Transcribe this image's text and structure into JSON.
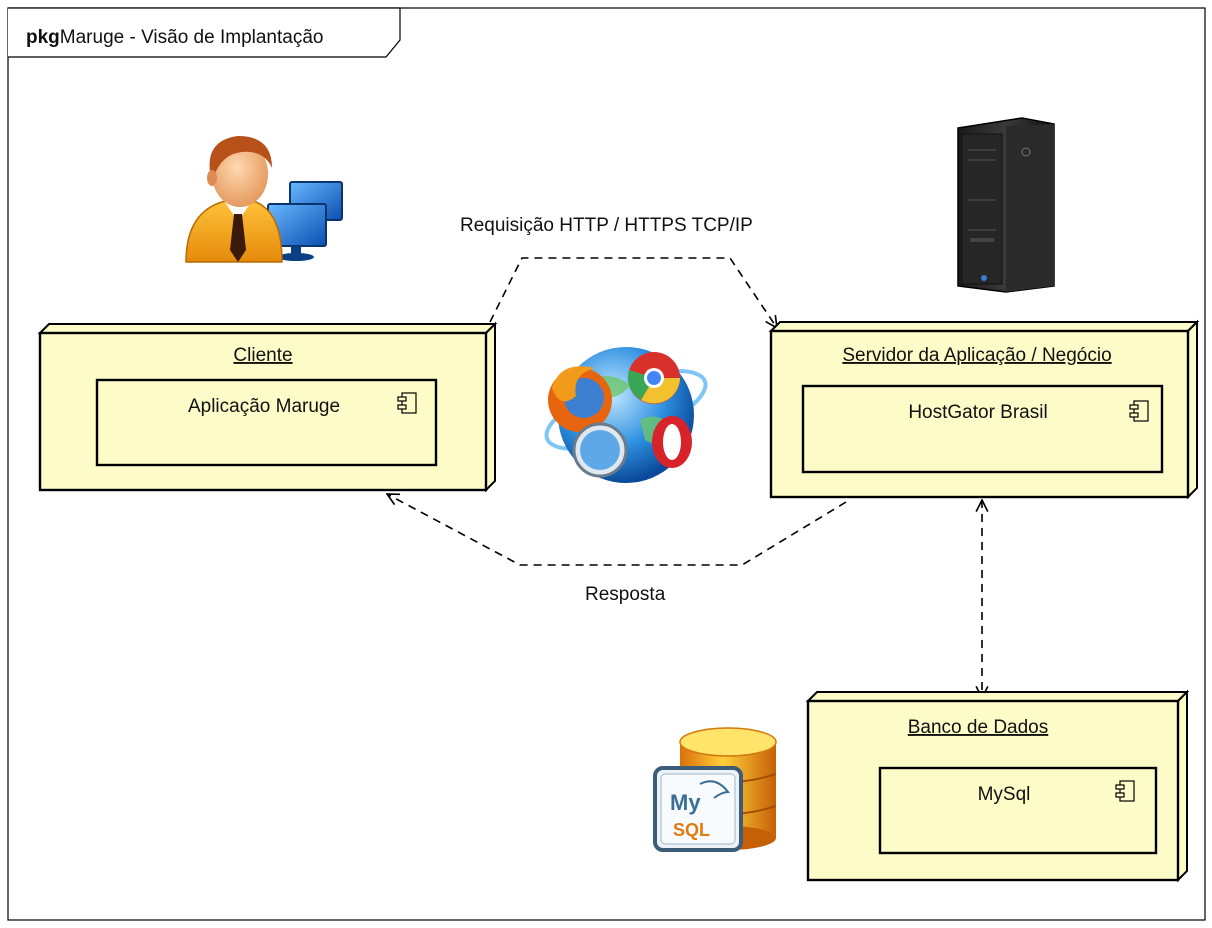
{
  "package": {
    "keyword": "pkg",
    "name": "Maruge - Visão de Implantação"
  },
  "nodes": {
    "client": {
      "title": "Cliente",
      "component": "Aplicação Maruge"
    },
    "server": {
      "title": "Servidor da Aplicação / Negócio",
      "component": "HostGator Brasil"
    },
    "database": {
      "title": "Banco de Dados",
      "component": "MySql"
    }
  },
  "connectors": {
    "request": "Requisição HTTP / HTTPS  TCP/IP",
    "response": "Resposta"
  },
  "images": {
    "user": "user-at-computer-icon",
    "server": "tower-server-icon",
    "browsers": "web-browsers-globe-icon",
    "mysql": "mysql-database-icon"
  },
  "mysql_logo": {
    "line1": "My",
    "line2": "SQL"
  },
  "colors": {
    "node_fill": "#fdfcc8",
    "node_stroke": "#000000"
  }
}
